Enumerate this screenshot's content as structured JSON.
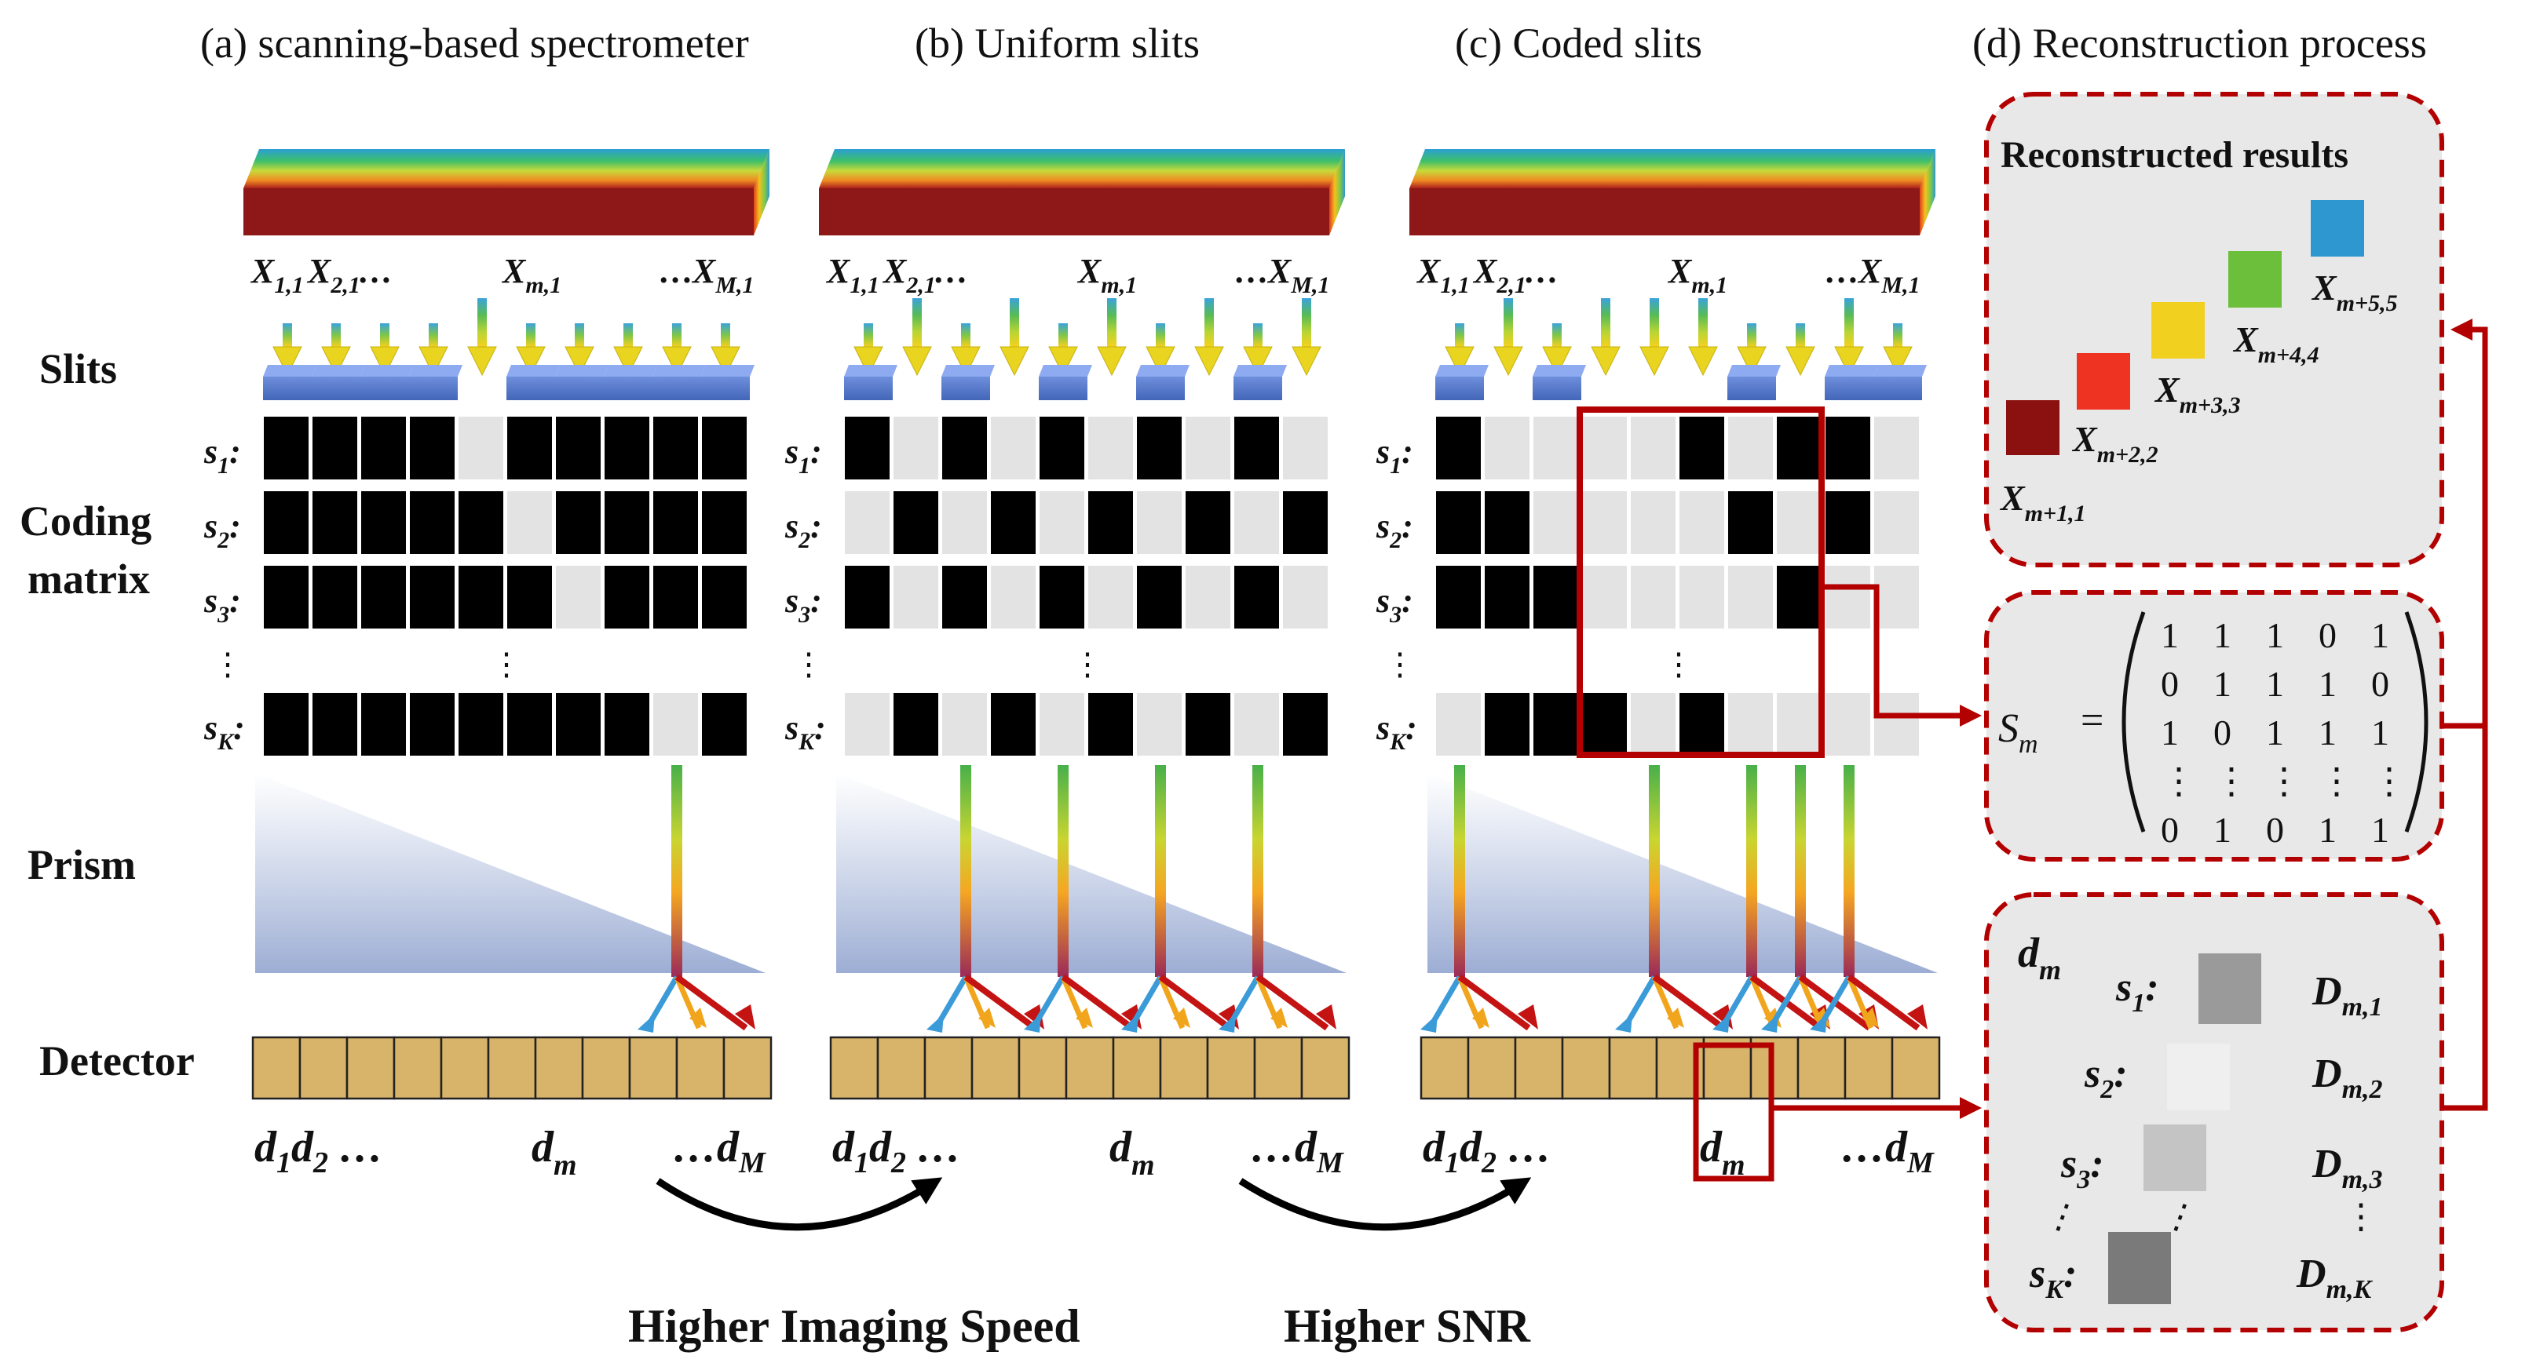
{
  "panels": {
    "a": "(a) scanning-based spectrometer",
    "b": "(b) Uniform slits",
    "c": "(c) Coded slits",
    "d": "(d) Reconstruction process"
  },
  "row_labels": {
    "slits": "Slits",
    "coding_1": "Coding",
    "coding_2": "matrix",
    "prism": "Prism",
    "detector": "Detector"
  },
  "cube_labels": {
    "x11": "X",
    "x11_sub": "1,1",
    "x21": "X",
    "x21_sub": "2,1",
    "ellipsis": "…",
    "xm1": "X",
    "xm1_sub": "m,1",
    "xM1": "X",
    "xM1_sub": "M,1"
  },
  "code_labels": {
    "s1": "s",
    "s1_sub": "1",
    "s2": "s",
    "s2_sub": "2",
    "s3": "s",
    "s3_sub": "3",
    "sK": "s",
    "sK_sub": "K",
    "colon": ":",
    "vdots": "⋮"
  },
  "detector_labels": {
    "d": "d",
    "d1_sub": "1",
    "d2_sub": "2",
    "dm_sub": "m",
    "dM_sub": "M",
    "ellipsis": "…"
  },
  "coding": {
    "a": {
      "s1": [
        1,
        1,
        1,
        1,
        0,
        1,
        1,
        1,
        1,
        1
      ],
      "s2": [
        1,
        1,
        1,
        1,
        1,
        0,
        1,
        1,
        1,
        1
      ],
      "s3": [
        1,
        1,
        1,
        1,
        1,
        1,
        0,
        1,
        1,
        1
      ],
      "sK": [
        1,
        1,
        1,
        1,
        1,
        1,
        1,
        1,
        0,
        1
      ]
    },
    "b": {
      "s1": [
        1,
        0,
        1,
        0,
        1,
        0,
        1,
        0,
        1,
        0
      ],
      "s2": [
        0,
        1,
        0,
        1,
        0,
        1,
        0,
        1,
        0,
        1
      ],
      "s3": [
        1,
        0,
        1,
        0,
        1,
        0,
        1,
        0,
        1,
        0
      ],
      "sK": [
        0,
        1,
        0,
        1,
        0,
        1,
        0,
        1,
        0,
        1
      ]
    },
    "c": {
      "s1": [
        1,
        0,
        0,
        0,
        0,
        1,
        0,
        1,
        1,
        0
      ],
      "s2": [
        1,
        1,
        0,
        0,
        0,
        0,
        1,
        0,
        1,
        0
      ],
      "s3": [
        1,
        1,
        1,
        0,
        0,
        0,
        0,
        1,
        0,
        0
      ],
      "sK": [
        0,
        1,
        1,
        1,
        0,
        1,
        0,
        0,
        0,
        0
      ]
    }
  },
  "bottom": {
    "speed": "Higher Imaging Speed",
    "snr": "Higher SNR"
  },
  "recon": {
    "title": "Reconstructed results",
    "X": "X",
    "sub1": "m+1,1",
    "sub2": "m+2,2",
    "sub3": "m+3,3",
    "sub4": "m+4,4",
    "sub5": "m+5,5",
    "colors": [
      "#8b1010",
      "#ee3322",
      "#f2d020",
      "#6cbf3a",
      "#2f97d0"
    ]
  },
  "matrix": {
    "lhs": "S",
    "lhs_sub": "m",
    "eq": "=",
    "rows": [
      [
        "1",
        "1",
        "1",
        "0",
        "1"
      ],
      [
        "0",
        "1",
        "1",
        "1",
        "0"
      ],
      [
        "1",
        "0",
        "1",
        "1",
        "1"
      ],
      [
        "⋮",
        "⋮",
        "⋮",
        "⋮",
        "⋮"
      ],
      [
        "0",
        "1",
        "0",
        "1",
        "1"
      ]
    ]
  },
  "measure": {
    "d": "d",
    "d_sub": "m",
    "s": "s",
    "D": "D",
    "s1_sub": "1",
    "s2_sub": "2",
    "s3_sub": "3",
    "sK_sub": "K",
    "D1_sub": "m,1",
    "D2_sub": "m,2",
    "D3_sub": "m,3",
    "DK_sub": "m,K",
    "colon": ":",
    "vdots": "⋮",
    "patch_colors": [
      "#9a9a9a",
      "#efefef",
      "#c4c4c4",
      "#7a7a7a"
    ]
  },
  "colors": {
    "frame": "#b30000",
    "slit": "#5b7cc9",
    "detector": "#d7b46a",
    "code_dark": "#000000",
    "code_light": "#e3e3e3",
    "panel_bg": "#e8e8e8",
    "cube_front": "#8e1717"
  }
}
